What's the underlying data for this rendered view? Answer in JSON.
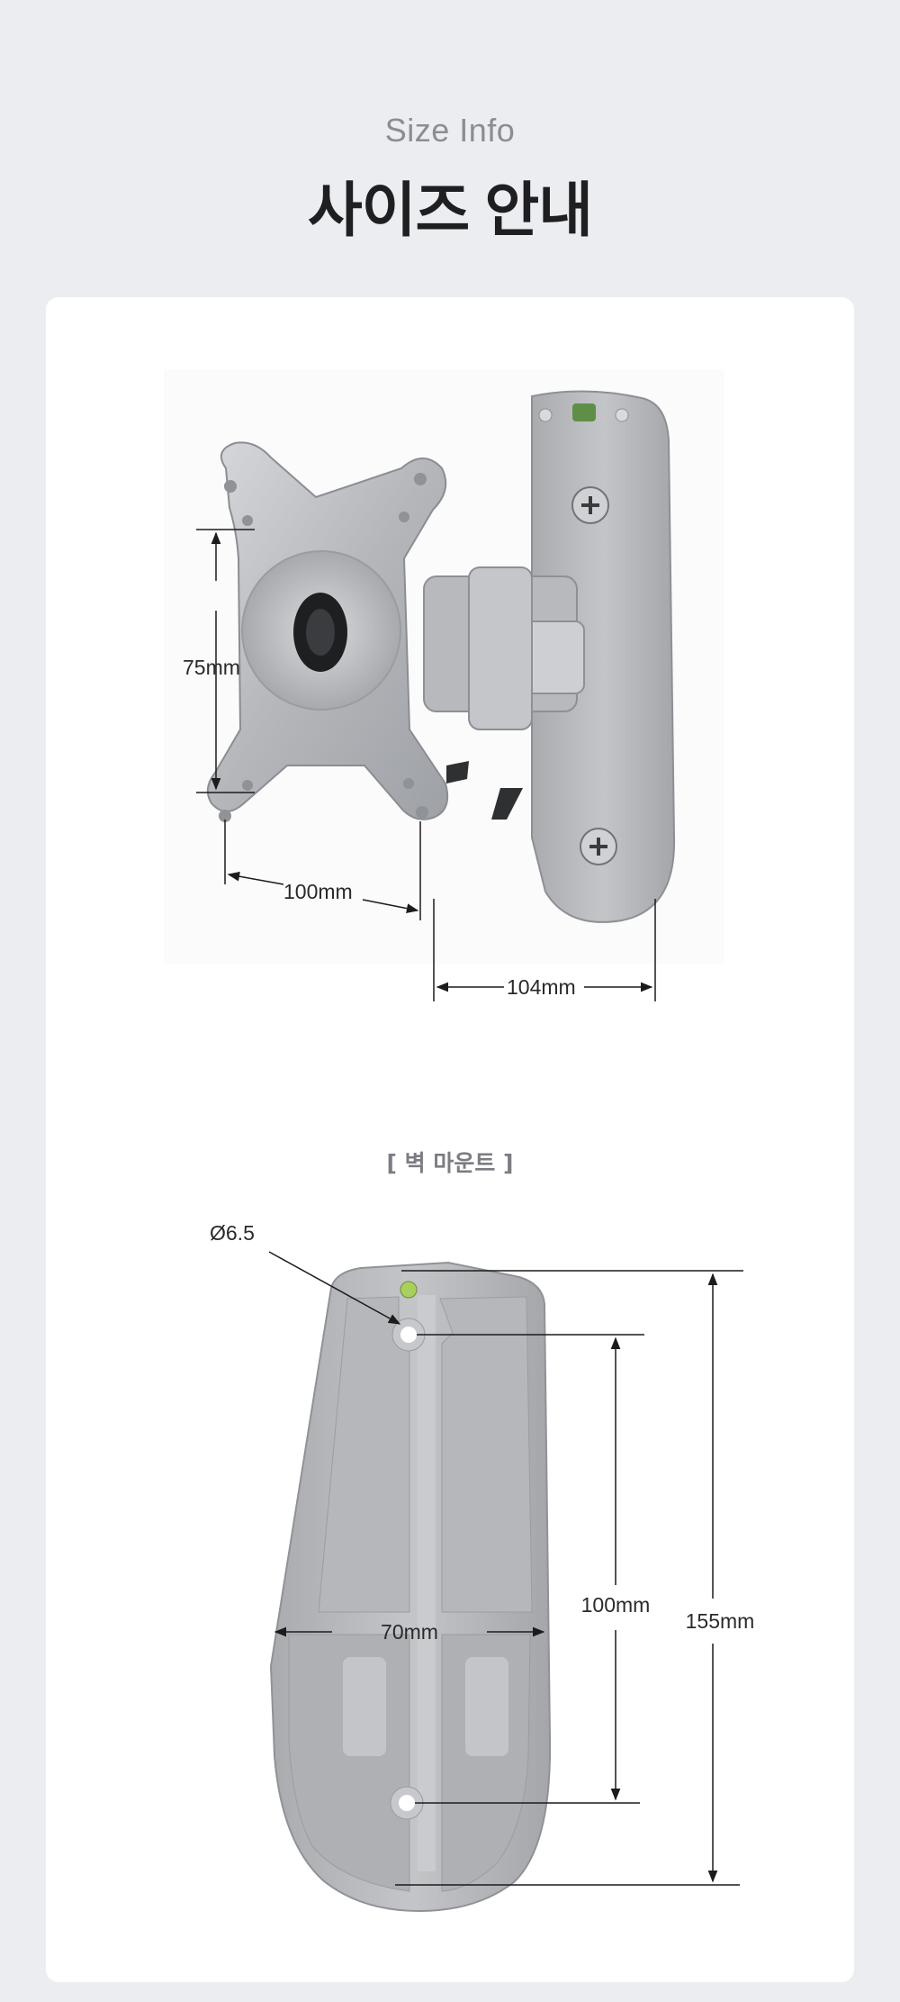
{
  "header": {
    "subtitle": "Size Info",
    "title": "사이즈 안내"
  },
  "bracket_figure": {
    "dim_height": "75mm",
    "dim_hole_spacing": "100mm",
    "dim_depth": "104mm"
  },
  "wall_mount": {
    "caption": "[ 벽 마운트 ]",
    "dim_hole_diameter": "Ø6.5",
    "dim_width": "70mm",
    "dim_hole_distance": "100mm",
    "dim_total_height": "155mm"
  },
  "colors": {
    "background": "#ebedf1",
    "card": "#ffffff",
    "metal": "#b9bbbf",
    "text_dark": "#1f1f22",
    "text_muted": "#8a8d93"
  }
}
